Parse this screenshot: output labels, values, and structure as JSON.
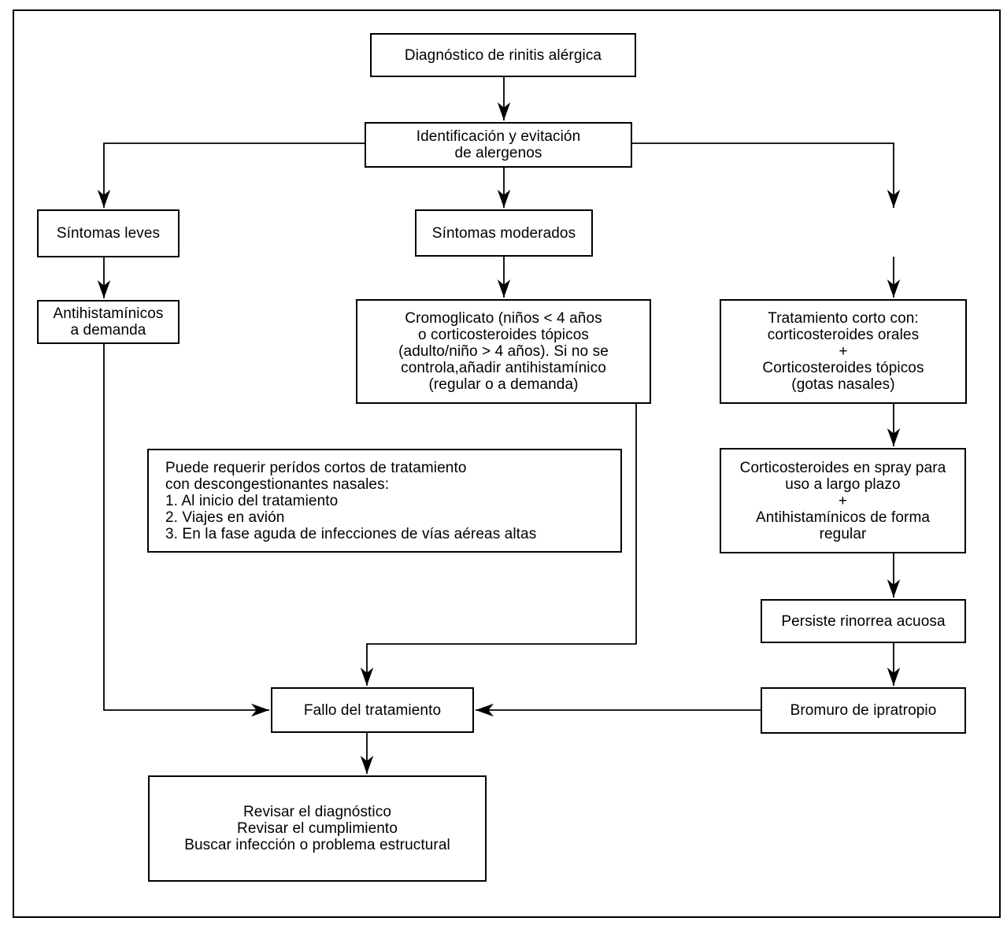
{
  "diagram": {
    "background_color": "#ffffff",
    "line_color": "#000000",
    "nodes": {
      "diagnostico": "Diagnóstico de rinitis alérgica",
      "identificacion": "Identificación y evitación\nde alergenos",
      "sintomas_leves": "Síntomas leves",
      "antihistaminicos": "Antihistamínicos\na demanda",
      "sintomas_moderados": "Síntomas moderados",
      "cromoglicato": "Cromoglicato (niños < 4 años\no corticosteroides tópicos\n(adulto/niño > 4 años). Si no se\ncontrola,añadir antihistamínico\n(regular o a demanda)",
      "puede_requerir": "Puede requerir perídos cortos de tratamiento\ncon descongestionantes nasales:\n1. Al inicio del tratamiento\n2. Viajes en avión\n3. En la fase aguda de infecciones de vías aéreas altas",
      "tratamiento_corto": "Tratamiento corto con:\ncorticosteroides orales\n+\nCorticosteroides tópicos\n(gotas nasales)",
      "spray_largo_plazo": "Corticosteroides en spray para\nuso a largo plazo\n+\nAntihistamínicos de forma\nregular",
      "persiste_rinorrea": "Persiste rinorrea acuosa",
      "bromuro": "Bromuro de ipratropio",
      "fallo": "Fallo del tratamiento",
      "revisar": "Revisar el diagnóstico\nRevisar el cumplimiento\nBuscar infección o problema estructural"
    }
  }
}
